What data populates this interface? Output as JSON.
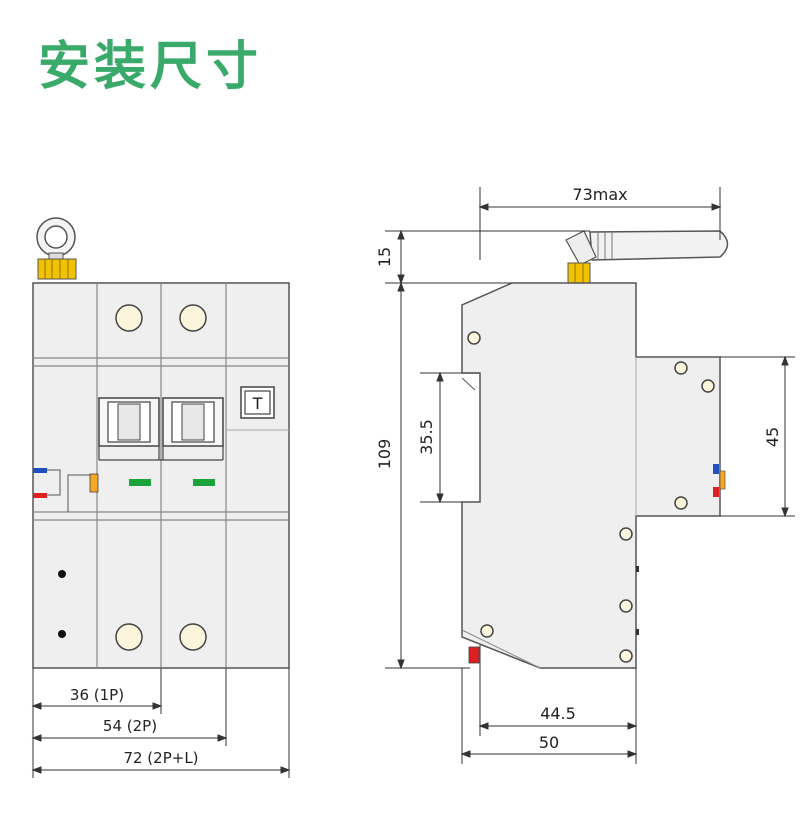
{
  "title": "安装尺寸",
  "front_view": {
    "test_button": "T",
    "dimensions": {
      "width_1p": "36 (1P)",
      "width_2p": "54 (2P)",
      "width_2p_l": "72 (2P+L)"
    }
  },
  "side_view": {
    "dimensions": {
      "max_width": "73max",
      "antenna_height": "15",
      "total_height": "109",
      "rail_height": "35.5",
      "front_height": "45",
      "depth_rail": "44.5",
      "depth_total": "50"
    }
  },
  "colors": {
    "title": "#3aaa6a",
    "body": "#efefef",
    "outline": "#555555",
    "antenna_base": "#f2c200",
    "indicator_green": "#1aa33a",
    "indicator_orange": "#f5a623",
    "wire_red": "#e02020",
    "wire_blue": "#2050c0"
  }
}
